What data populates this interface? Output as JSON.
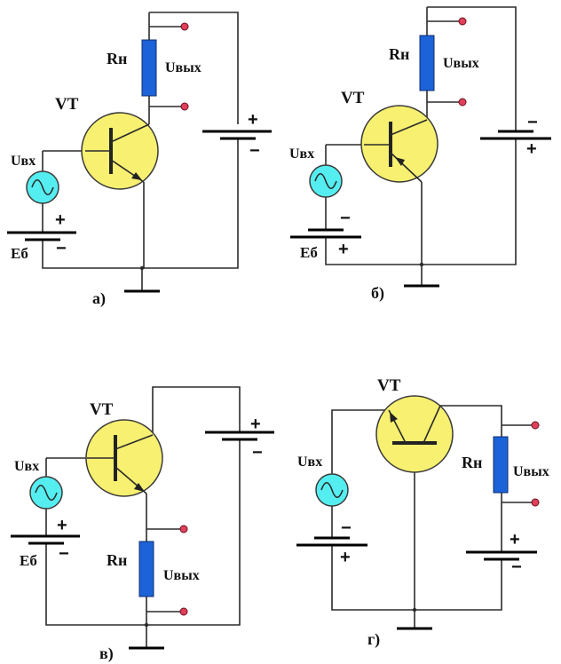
{
  "labels": {
    "vt": "VT",
    "rn": "Rн",
    "uout": "Uвых",
    "uin": "Uвх",
    "eb": "Eб",
    "plus": "+",
    "minus": "−"
  },
  "panels": [
    "а)",
    "б)",
    "в)",
    "г)"
  ],
  "colors": {
    "transistor": "#f7f070",
    "generator": "#55eef0",
    "resistor": "#1c62d8",
    "terminal": "#e0405a"
  }
}
